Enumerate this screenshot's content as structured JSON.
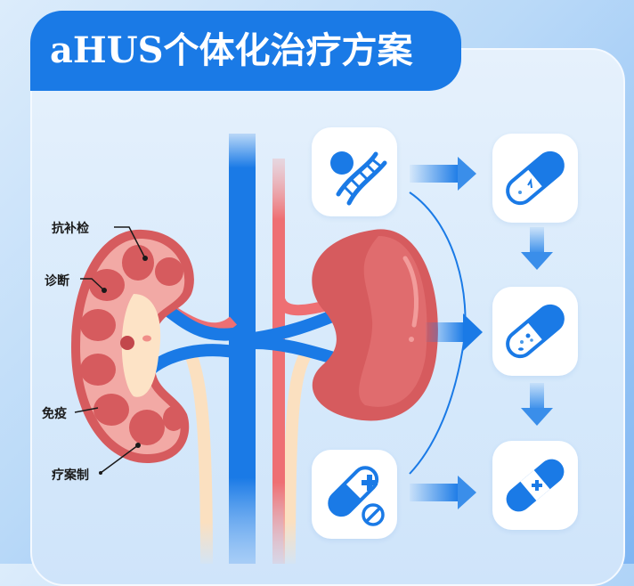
{
  "title": "aHUS个体化治疗方案",
  "kidney_labels": [
    {
      "text": "抗补检"
    },
    {
      "text": "诊断"
    },
    {
      "text": "免疫"
    },
    {
      "text": "疗案制"
    }
  ],
  "icons": {
    "left_top": "dna-person-icon",
    "left_bottom": "pill-prohibit-icon",
    "right_top": "capsule-drop-icon",
    "right_middle": "capsule-particles-icon",
    "right_bottom": "capsule-plus-icon"
  },
  "colors": {
    "primary_blue": "#1a7ae6",
    "kidney_red": "#d65b5e",
    "kidney_light": "#f0a5a3",
    "ureter_cream": "#fbe0c0",
    "background": "#d6e9fb"
  }
}
